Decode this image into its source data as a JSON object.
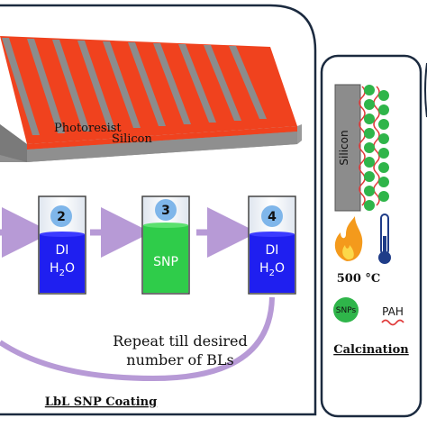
{
  "substrate": {
    "photoresist_label": "Photoresist",
    "silicon_label": "Silicon"
  },
  "steps": [
    {
      "number": "2",
      "liquid_line1": "DI",
      "liquid_line2": "H",
      "liquid_sub": "2",
      "liquid_line2_end": "O",
      "liquid_color": "#1f1ff0"
    },
    {
      "number": "3",
      "liquid_line1": "SNP",
      "liquid_color": "#2fcc4a"
    },
    {
      "number": "4",
      "liquid_line1": "DI",
      "liquid_line2": "H",
      "liquid_sub": "2",
      "liquid_line2_end": "O",
      "liquid_color": "#1f1ff0"
    }
  ],
  "repeat_text_line1": "Repeat till desired",
  "repeat_text_line2": "number of BLs",
  "panel_title": "LbL SNP Coating",
  "calcination": {
    "silicon_label": "Silicon",
    "temperature": "500 °C",
    "snps_label": "SNPs",
    "pah_label": "PAH",
    "title": "Calcination"
  },
  "colors": {
    "photoresist": "#f0421e",
    "silicon": "#8a8a8a",
    "arrow": "#b79ad6",
    "snp": "#2fb54a",
    "circle_badge": "#7fb6ea"
  }
}
